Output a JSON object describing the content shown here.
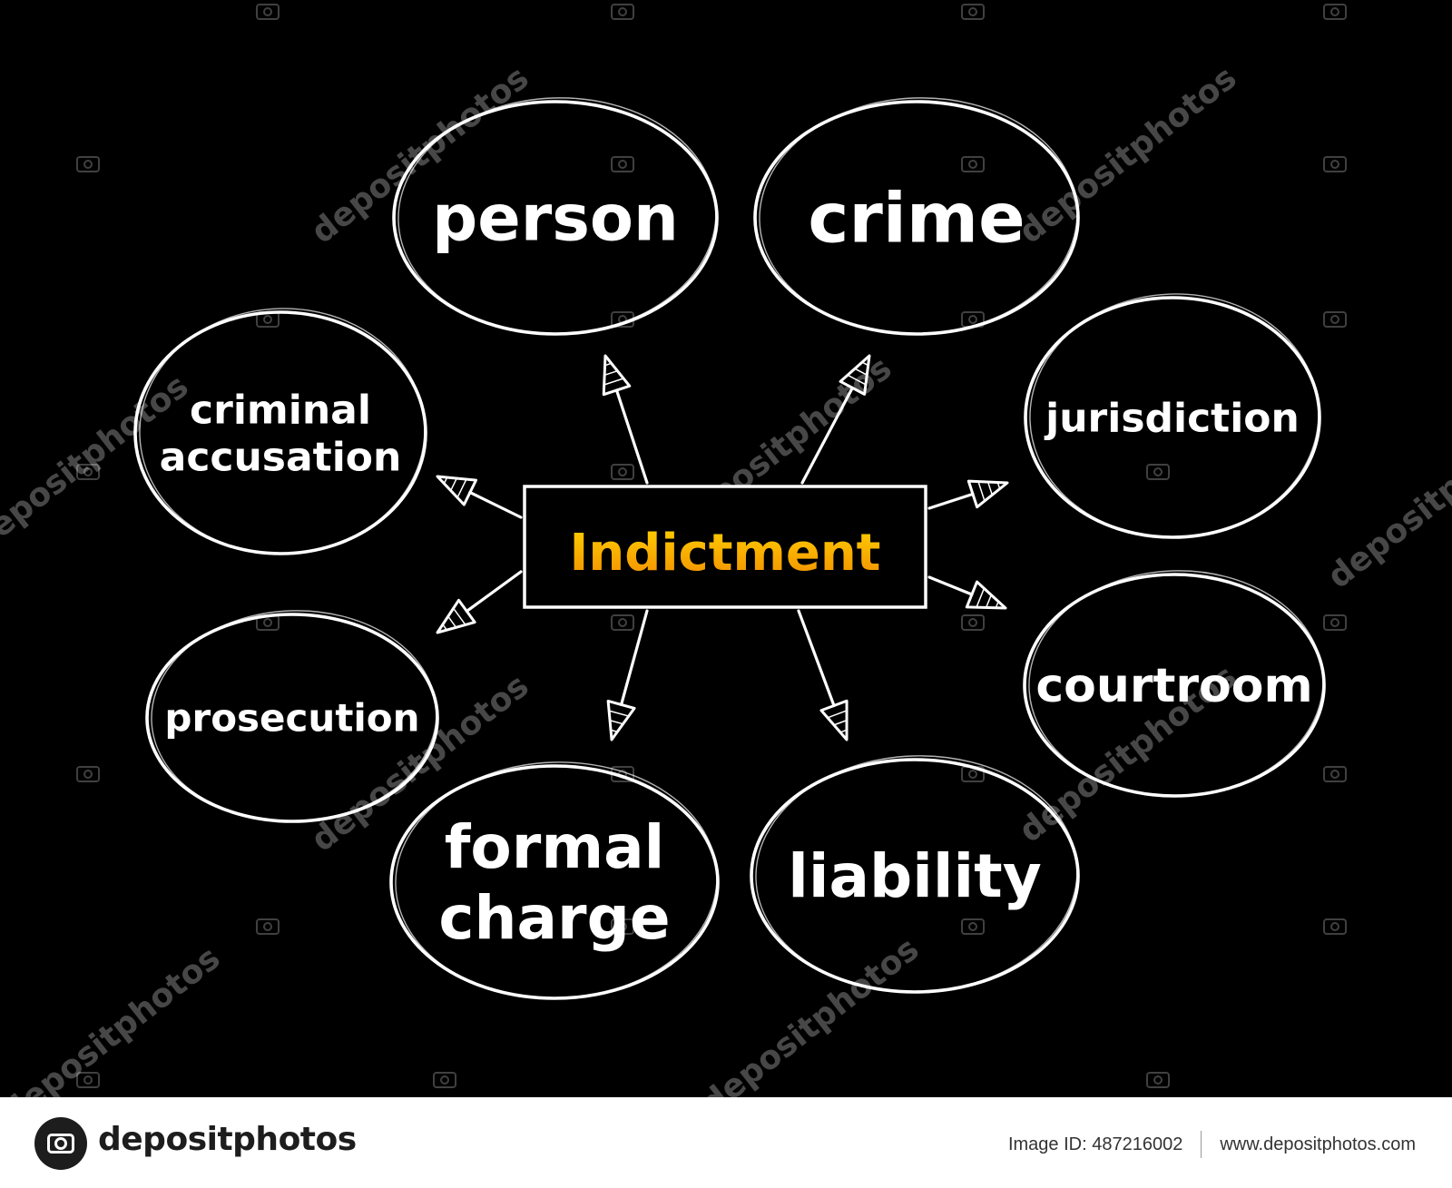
{
  "center": {
    "label": "Indictment"
  },
  "nodes": [
    {
      "id": "person",
      "lines": [
        "person"
      ]
    },
    {
      "id": "crime",
      "lines": [
        "crime"
      ]
    },
    {
      "id": "criminal-accusation",
      "lines": [
        "criminal",
        "accusation"
      ]
    },
    {
      "id": "jurisdiction",
      "lines": [
        "jurisdiction"
      ]
    },
    {
      "id": "prosecution",
      "lines": [
        "prosecution"
      ]
    },
    {
      "id": "courtroom",
      "lines": [
        "courtroom"
      ]
    },
    {
      "id": "formal-charge",
      "lines": [
        "formal",
        "charge"
      ]
    },
    {
      "id": "liability",
      "lines": [
        "liability"
      ]
    }
  ],
  "colors": {
    "background": "#000000",
    "stroke": "#ffffff",
    "center_gradient_top": "#ffd200",
    "center_gradient_bottom": "#f28c00"
  },
  "watermark": {
    "text": "depositphotos"
  },
  "footer": {
    "brand": "depositphotos",
    "image_id": "Image ID: 487216002",
    "site": "www.depositphotos.com"
  }
}
